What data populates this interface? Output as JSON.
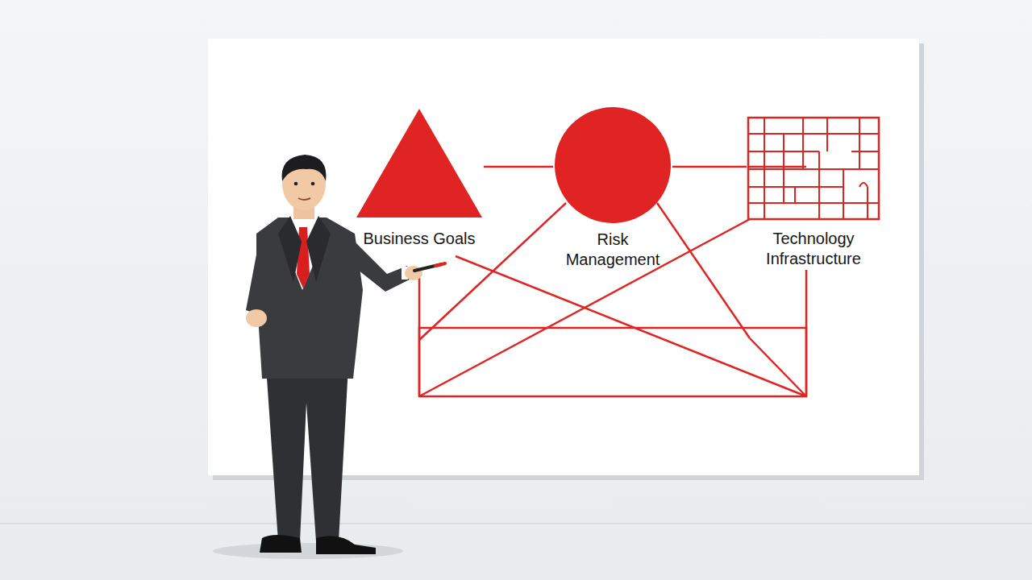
{
  "diagram": {
    "nodes": [
      {
        "text": [
          "Business Goals"
        ]
      },
      {
        "text": [
          "Risk Management"
        ]
      },
      {
        "text": [
          "Technology Infrastructure"
        ]
      }
    ],
    "edges": [
      {
        "from": 0,
        "to": 1,
        "arrow": "none"
      },
      {
        "from": 1,
        "to": 2,
        "arrow": "none"
      }
    ]
  }
}
